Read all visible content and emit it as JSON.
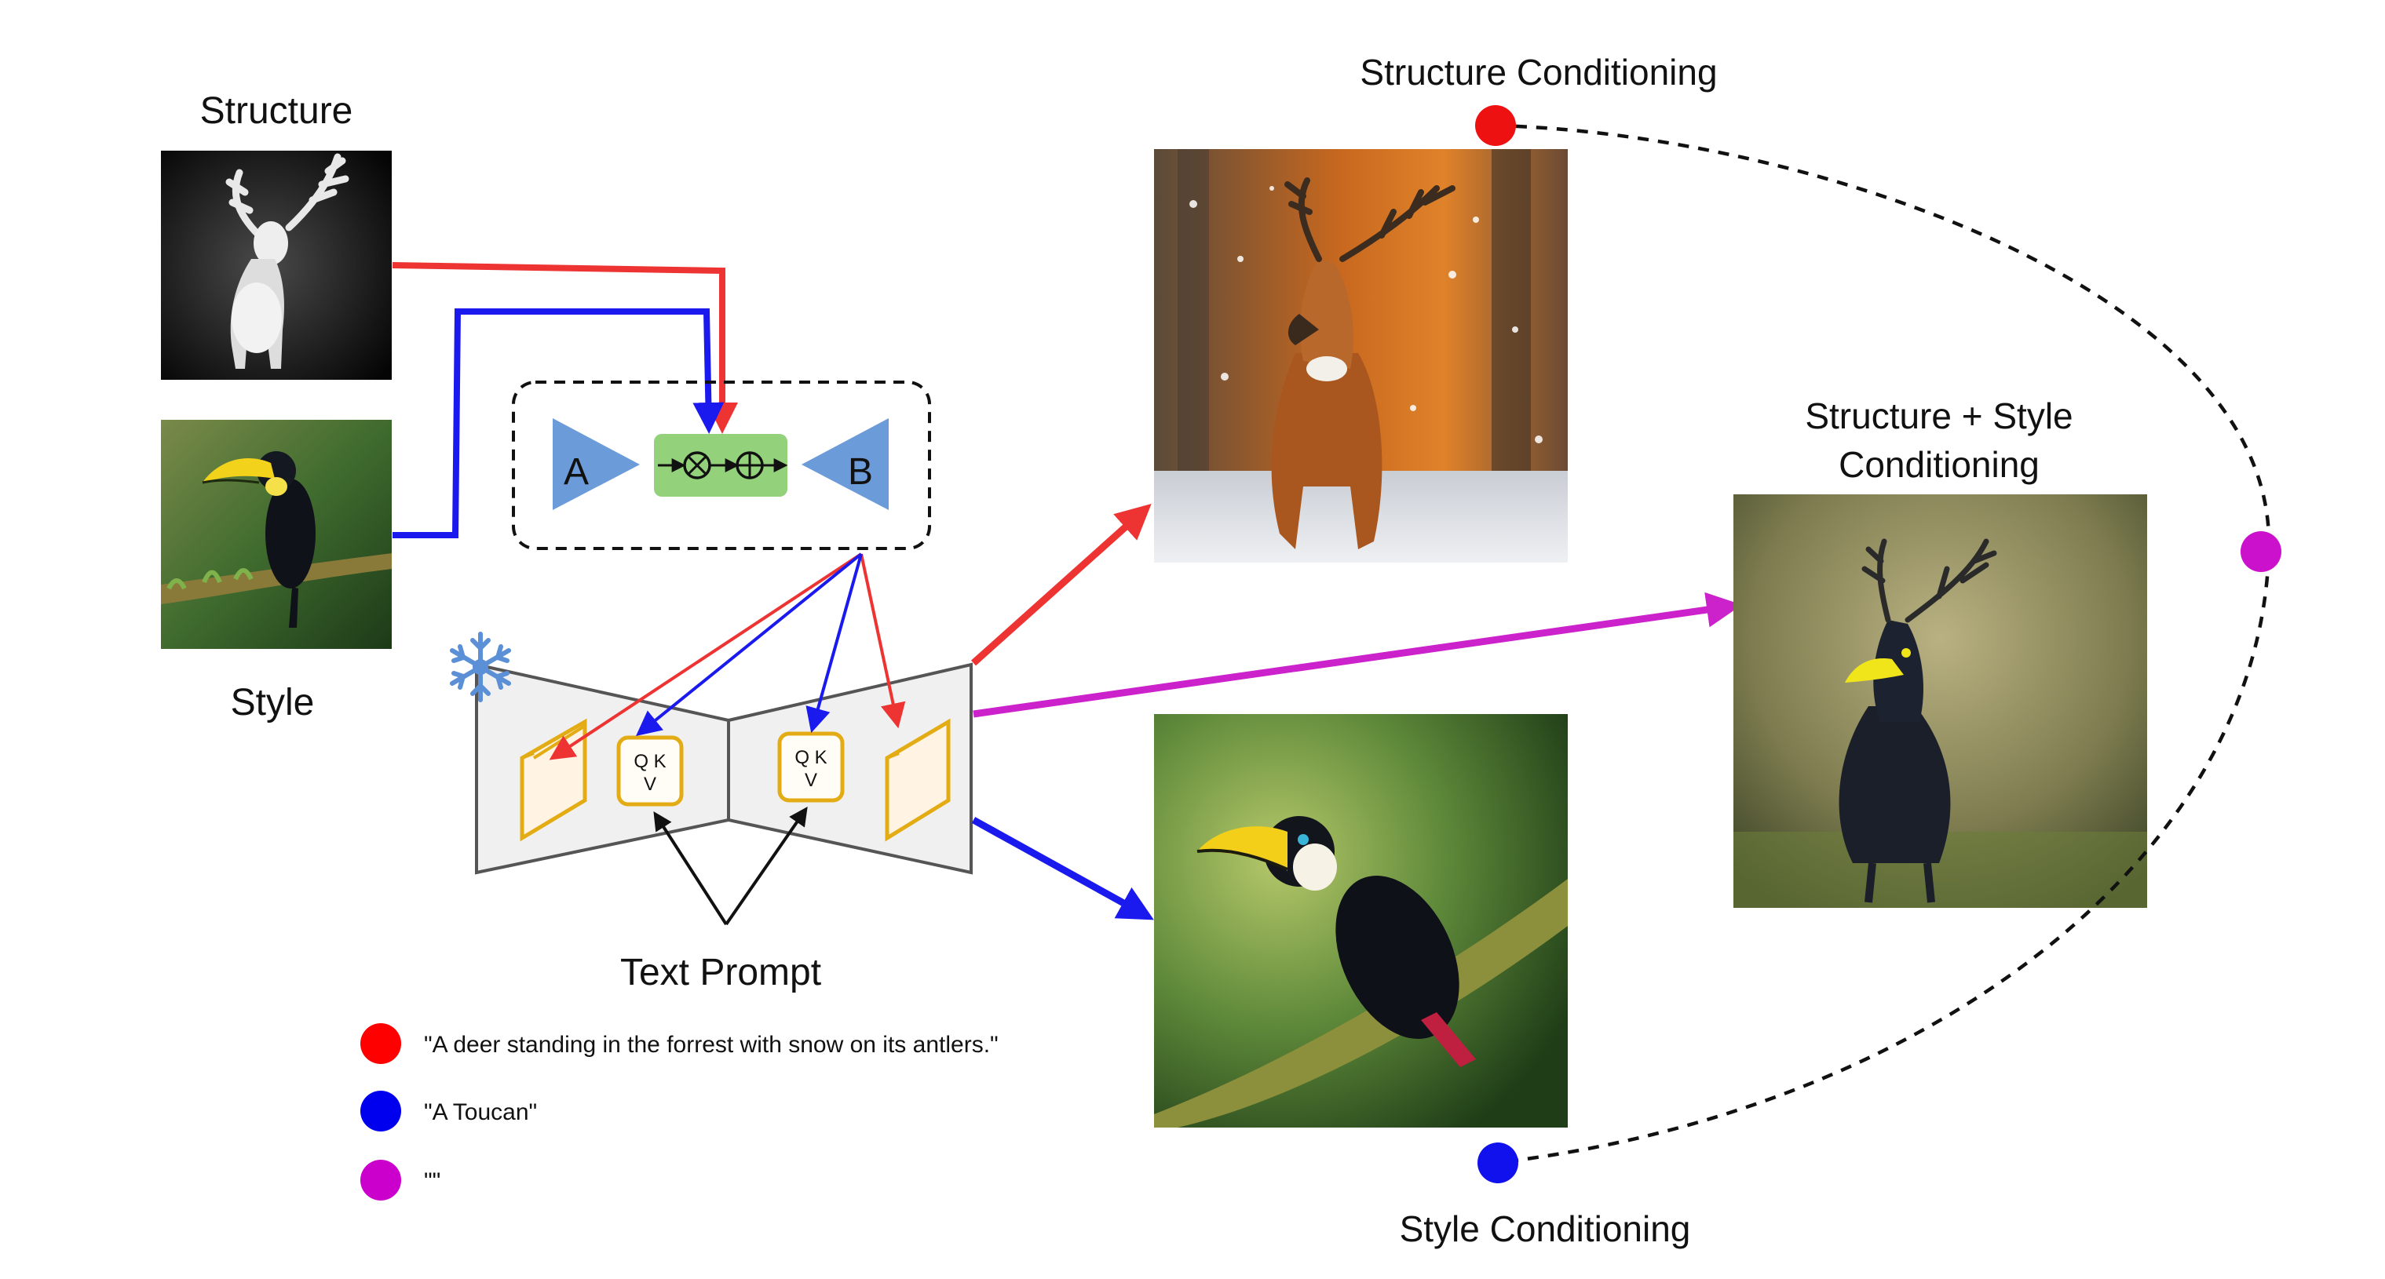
{
  "labels": {
    "structure": "Structure",
    "style": "Style",
    "text_prompt": "Text Prompt",
    "structure_conditioning": "Structure Conditioning",
    "style_conditioning": "Style Conditioning",
    "structure_style_line1": "Structure + Style",
    "structure_style_line2": "Conditioning"
  },
  "adapter": {
    "left": "A",
    "right": "B",
    "ops": "⊗ ⊕"
  },
  "attention": {
    "qk": "Q K",
    "v": "V"
  },
  "legend": [
    {
      "color": "#ff0000",
      "text": "\"A deer standing in the forrest with snow on its antlers.\""
    },
    {
      "color": "#0000ee",
      "text": "\"A Toucan\""
    },
    {
      "color": "#cc00cc",
      "text": "\"\""
    }
  ],
  "colors": {
    "structure": "#ee3333",
    "style": "#1a1aee",
    "combined": "#cc22cc",
    "adapter_fill": "#6b9bd8",
    "adapter_core": "#93d27a",
    "feature": "#e3ac14"
  },
  "images": {
    "structure_input": "depth map of a deer silhouette",
    "style_input": "toucan on a mossy branch",
    "output_structure": "deer with antlers in snowy forest",
    "output_style": "toucan on a branch",
    "output_combined": "toucan-deer hybrid with antlers"
  }
}
